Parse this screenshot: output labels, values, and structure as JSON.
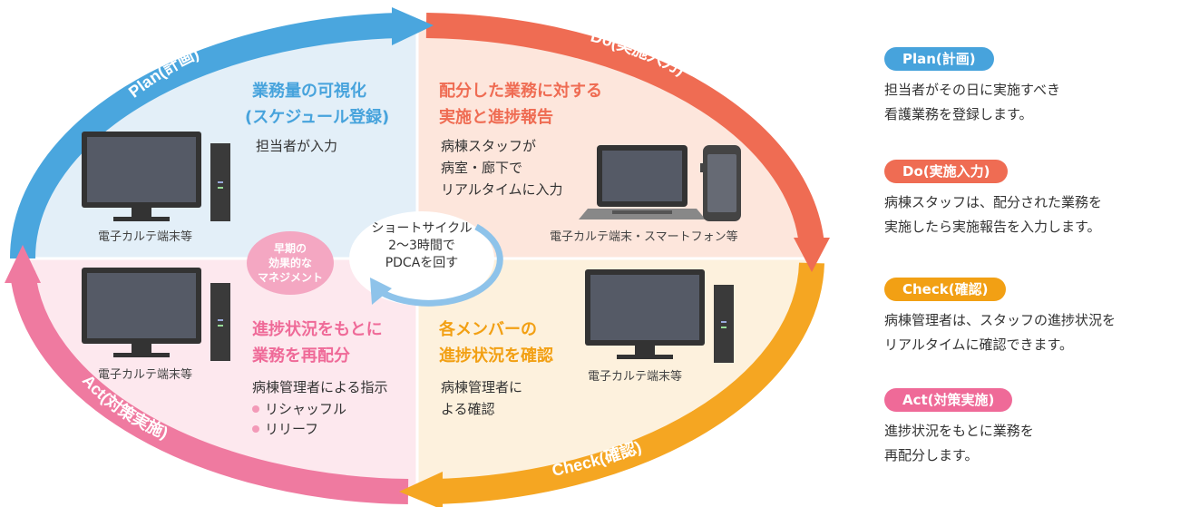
{
  "quadrants": {
    "plan": {
      "arc_label": "Plan(計画)",
      "title_line1": "業務量の可視化",
      "title_line2": "(スケジュール登録)",
      "body_line1": "担当者が入力",
      "device_caption": "電子カルテ端末等"
    },
    "do": {
      "arc_label": "Do(実施入力)",
      "title_line1": "配分した業務に対する",
      "title_line2": "実施と進捗報告",
      "body_line1": "病棟スタッフが",
      "body_line2": "病室・廊下で",
      "body_line3": "リアルタイムに入力",
      "device_caption": "電子カルテ端末・スマートフォン等"
    },
    "act": {
      "arc_label": "Act(対策実施)",
      "title_line1": "進捗状況をもとに",
      "title_line2": "業務を再配分",
      "body_line1": "病棟管理者による指示",
      "bullets": [
        "リシャッフル",
        "リリーフ"
      ],
      "device_caption": "電子カルテ端末等"
    },
    "check": {
      "arc_label": "Check(確認)",
      "title_line1": "各メンバーの",
      "title_line2": "進捗状況を確認",
      "body_line1": "病棟管理者に",
      "body_line2": "よる確認",
      "device_caption": "電子カルテ端末等"
    }
  },
  "early_badge": {
    "line1": "早期の",
    "line2": "効果的な",
    "line3": "マネジメント"
  },
  "center_cycle": {
    "line1": "ショートサイクル",
    "line2": "2〜3時間で",
    "line3": "PDCAを回す"
  },
  "legend": [
    {
      "label": "Plan(計画)",
      "color": "#47a3dc",
      "desc_line1": "担当者がその日に実施すべき",
      "desc_line2": "看護業務を登録します。"
    },
    {
      "label": "Do(実施入力)",
      "color": "#ef6c53",
      "desc_line1": "病棟スタッフは、配分された業務を",
      "desc_line2": "実施したら実施報告を入力します。"
    },
    {
      "label": "Check(確認)",
      "color": "#f2a014",
      "desc_line1": "病棟管理者は、スタッフの進捗状況を",
      "desc_line2": "リアルタイムに確認できます。"
    },
    {
      "label": "Act(対策実施)",
      "color": "#ef6a98",
      "desc_line1": "進捗状況をもとに業務を",
      "desc_line2": "再配分します。"
    }
  ],
  "colors": {
    "plan_arc": "#4aa6de",
    "do_arc": "#ef6c53",
    "check_arc": "#f5a622",
    "act_arc": "#ef7aa0",
    "plan_fill": "#e3eff8",
    "do_fill": "#fde6dc",
    "check_fill": "#fdf1dd",
    "act_fill": "#fde8ee"
  }
}
